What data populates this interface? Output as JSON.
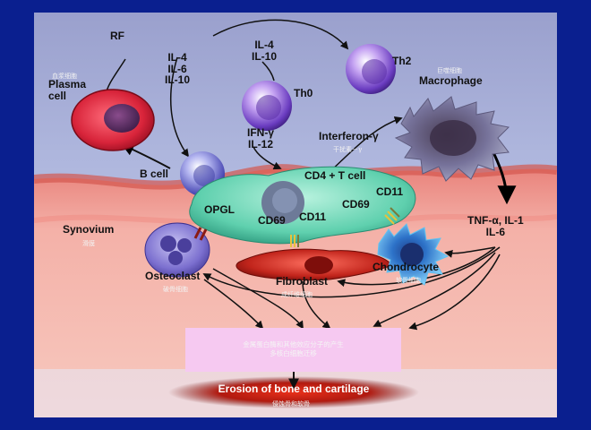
{
  "labels": {
    "rf": "RF",
    "plasma_cell": "Plasma\ncell",
    "il_group_1": "IL-4\nIL-6\nIL-10",
    "il_group_2": "IL-4\nIL-10",
    "th2": "Th2",
    "th0": "Th0",
    "macrophage": "Macrophage",
    "ifn_group": "IFN-γ\nIL-12",
    "interferon": "Interferon-γ",
    "b_cell": "B cell",
    "cd4_t_cell": "CD4 + T cell",
    "cd11_right": "CD11",
    "cd69_right": "CD69",
    "opgl": "OPGL",
    "cd69_left": "CD69",
    "cd11_left": "CD11",
    "synovium": "Synovium",
    "tnf": "TNF-α, IL-1\nIL-6",
    "osteoclast": "Osteoclast",
    "fibroblast": "Fibroblast",
    "chondrocyte": "Chondrocyte",
    "erosion": "Erosion of bone and cartilage"
  },
  "chinese": {
    "plasma_cell": "血浆细胞",
    "macrophage": "巨噬细胞",
    "interferon": "干扰素－γ",
    "synovium": "滑膜",
    "osteoclast": "破骨细胞",
    "fibroblast": "成纤维细胞",
    "chondrocyte": "软骨细胞",
    "box_line1": "金属蛋白酶和其他效应分子的产生",
    "box_line2": "多核白细胞迁移",
    "erosion": "侵蚀骨和软骨"
  },
  "colors": {
    "background": "#0a1f8f",
    "plasma_cell": "#d8243a",
    "t_cells": "#8a5ed8",
    "cd4_t_cell": "#5fd0ae",
    "osteoclast": "#7b6fcf",
    "fibroblast": "#c2251c",
    "chondrocyte": "#3aa6e8",
    "macrophage": "#6b6b8c",
    "synovium": "#f6b8b0",
    "pink_box": "#f6c9f1"
  }
}
